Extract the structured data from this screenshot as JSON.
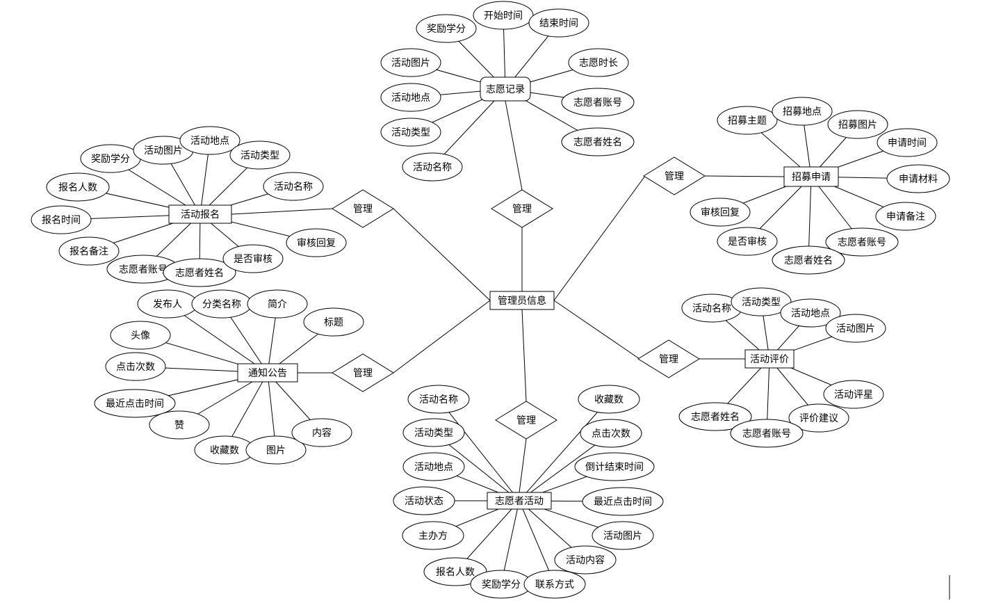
{
  "entities": {
    "admin": "管理员信息",
    "volunteer_record": "志愿记录",
    "activity_signup": "活动报名",
    "recruit_apply": "招募申请",
    "notice": "通知公告",
    "activity_review": "活动评价",
    "volunteer_activity": "志愿者活动"
  },
  "relationships": {
    "record": "管理",
    "signup": "管理",
    "recruit": "管理",
    "notice": "管理",
    "review": "管理",
    "activity": "管理"
  },
  "attributes": {
    "volunteer_record": [
      "奖励学分",
      "开始时间",
      "结束时间",
      "活动图片",
      "志愿时长",
      "活动地点",
      "志愿者账号",
      "活动类型",
      "志愿者姓名",
      "活动名称"
    ],
    "activity_signup": [
      "奖励学分",
      "活动图片",
      "活动地点",
      "活动类型",
      "报名人数",
      "活动名称",
      "报名时间",
      "报名备注",
      "审核回复",
      "志愿者账号",
      "志愿者姓名",
      "是否审核"
    ],
    "recruit_apply": [
      "招募主题",
      "招募地点",
      "招募图片",
      "申请时间",
      "申请材料",
      "申请备注",
      "审核回复",
      "是否审核",
      "志愿者账号",
      "志愿者姓名"
    ],
    "notice": [
      "发布人",
      "分类名称",
      "简介",
      "标题",
      "头像",
      "点击次数",
      "最近点击时间",
      "赞",
      "收藏数",
      "图片",
      "内容"
    ],
    "activity_review": [
      "活动名称",
      "活动类型",
      "活动地点",
      "活动图片",
      "活动评星",
      "评价建议",
      "志愿者姓名",
      "志愿者账号"
    ],
    "volunteer_activity": [
      "活动名称",
      "收藏数",
      "活动类型",
      "点击次数",
      "活动地点",
      "倒计结束时间",
      "活动状态",
      "最近点击时间",
      "主办方",
      "活动图片",
      "活动内容",
      "报名人数",
      "奖励学分",
      "联系方式"
    ]
  }
}
